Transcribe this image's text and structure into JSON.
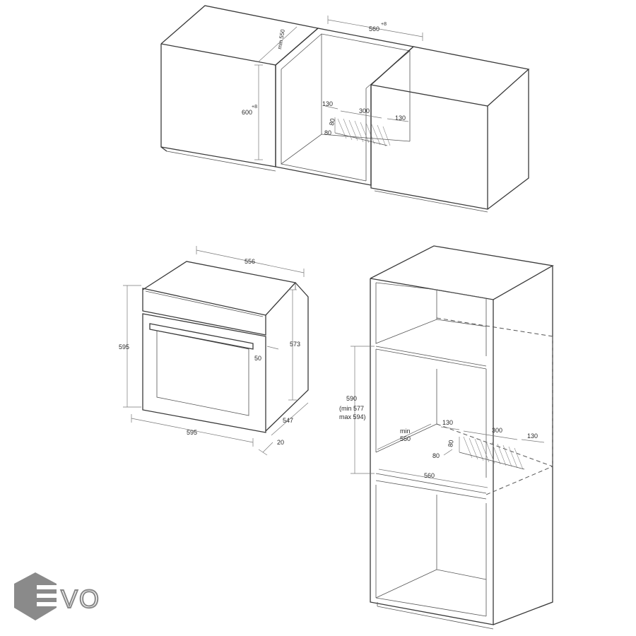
{
  "top_install": {
    "depth_min": "min 550",
    "height": "600",
    "height_tol": "+8",
    "width": "560",
    "width_tol": "+8",
    "vent_left": "130",
    "vent_width": "300",
    "vent_right": "130",
    "vent_h1": "80",
    "vent_h2": "80"
  },
  "oven": {
    "width_top": "556",
    "height": "595",
    "inner_height": "573",
    "panel_offset": "50",
    "width_front": "595",
    "depth": "547",
    "door_thickness": "20"
  },
  "column_install": {
    "height_line1": "590",
    "height_line2": "(min 577",
    "height_line3": "max 594)",
    "depth_min_line1": "min",
    "depth_min_line2": "550",
    "vent_left": "130",
    "vent_width": "300",
    "vent_right": "130",
    "vent_h1": "80",
    "vent_h2": "80",
    "width": "560"
  },
  "logo": {
    "text": "VO",
    "color": "#8a8a8a"
  }
}
